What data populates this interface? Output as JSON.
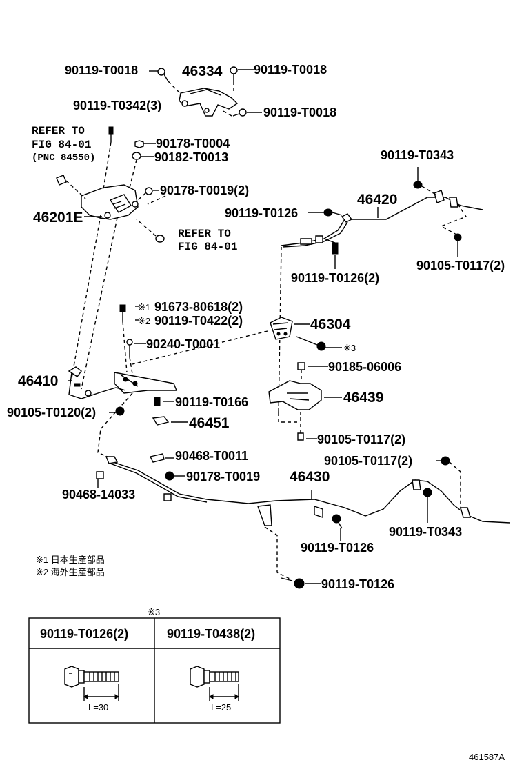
{
  "callouts": {
    "c1": "90119-T0018",
    "c2": "46334",
    "c3": "90119-T0018",
    "c4": "90119-T0342(3)",
    "c5": "90119-T0018",
    "c6": "90178-T0004",
    "c7": "90182-T0013",
    "c8": "90178-T0019(2)",
    "c9": "46201E",
    "c10": "90119-T0343",
    "c11": "46420",
    "c12": "90119-T0126",
    "c13": "90119-T0126(2)",
    "c14": "90105-T0117(2)",
    "c15": "91673-80618(2)",
    "c16": "90119-T0422(2)",
    "c17": "46304",
    "c18": "90240-T0001",
    "c19": "90185-06006",
    "c20": "46439",
    "c21": "46410",
    "c22": "90119-T0166",
    "c23": "90105-T0120(2)",
    "c24": "46451",
    "c25": "90105-T0117(2)",
    "c26": "90468-T0011",
    "c27": "90105-T0117(2)",
    "c28": "90178-T0019",
    "c29": "46430",
    "c30": "90468-14033",
    "c31": "90119-T0343",
    "c32": "90119-T0126",
    "c33": "90119-T0126"
  },
  "refs": {
    "r1a": "REFER TO",
    "r1b": "FIG 84-01",
    "r1c": "(PNC 84550)",
    "r2a": "REFER TO",
    "r2b": "FIG 84-01"
  },
  "marks": {
    "m1": "※1",
    "m2": "※2",
    "m3": "※3"
  },
  "notes": {
    "n1": "※1 日本生産部品",
    "n2": "※2 海外生産部品"
  },
  "table": {
    "title": "※3",
    "col1": "90119-T0126(2)",
    "col2": "90119-T0438(2)",
    "len1": "L=30",
    "len2": "L=25"
  },
  "figure_id": "461587A"
}
